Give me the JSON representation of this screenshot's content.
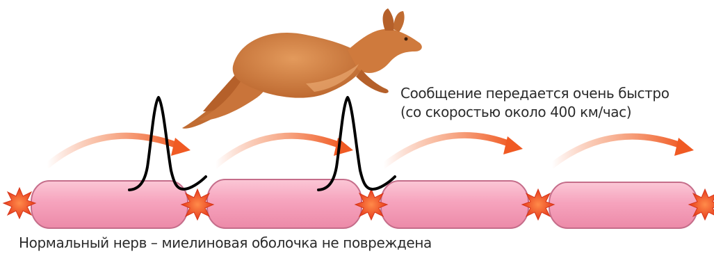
{
  "caption_speed": {
    "line1": "Сообщение передается очень быстро",
    "line2": "(со скоростью около 400 км/час)"
  },
  "caption_nerve": "Нормальный нерв – миелиновая оболочка не повреждена",
  "colors": {
    "myelin_fill": "#f6a3bd",
    "myelin_stroke": "#c56d8a",
    "node_burst": "#ee4a24",
    "arrow": "#f05a23",
    "spike_stroke": "#000000",
    "kangaroo": "#cf7a3d",
    "text": "#2b2b2b"
  },
  "icons": {
    "node": "starburst-node-icon",
    "animal": "kangaroo-icon"
  }
}
